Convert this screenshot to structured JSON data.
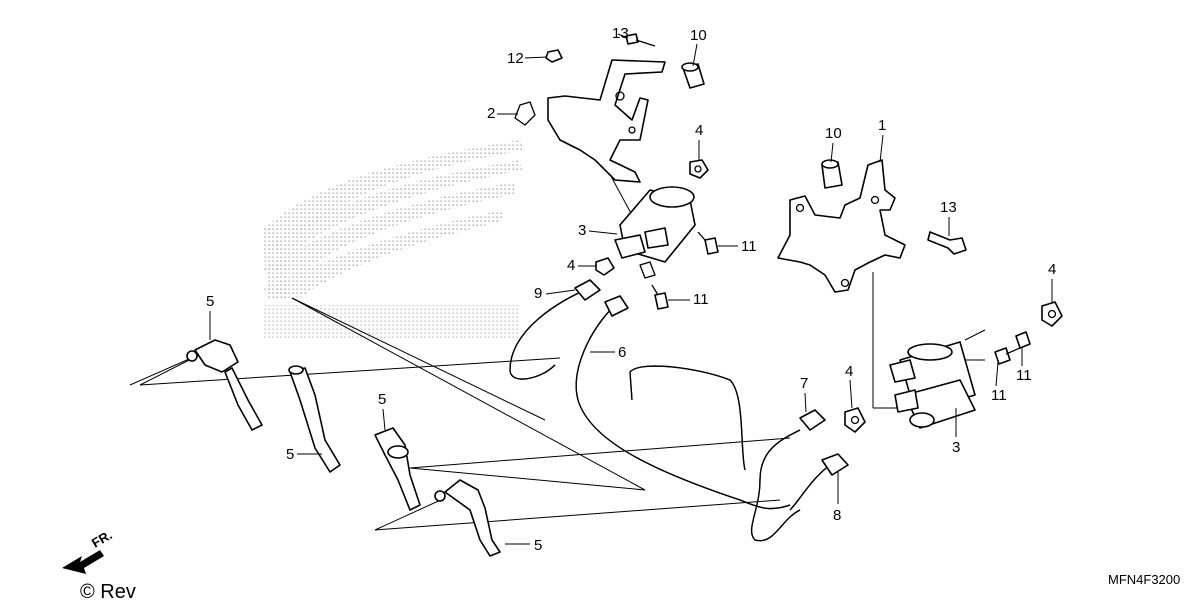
{
  "diagram": {
    "callouts": {
      "c1": "1",
      "c2": "2",
      "c3a": "3",
      "c3b": "3",
      "c4a": "4",
      "c4b": "4",
      "c4c": "4",
      "c4d": "4",
      "c5a": "5",
      "c5b": "5",
      "c5c": "5",
      "c5d": "5",
      "c6": "6",
      "c7": "7",
      "c8": "8",
      "c9": "9",
      "c10a": "10",
      "c10b": "10",
      "c11a": "11",
      "c11b": "11",
      "c11c": "11",
      "c11d": "11",
      "c12": "12",
      "c13a": "13",
      "c13b": "13"
    },
    "diagram_code": "MFN4F3200",
    "front_marker": "FR.",
    "copyright": "© Rev"
  }
}
